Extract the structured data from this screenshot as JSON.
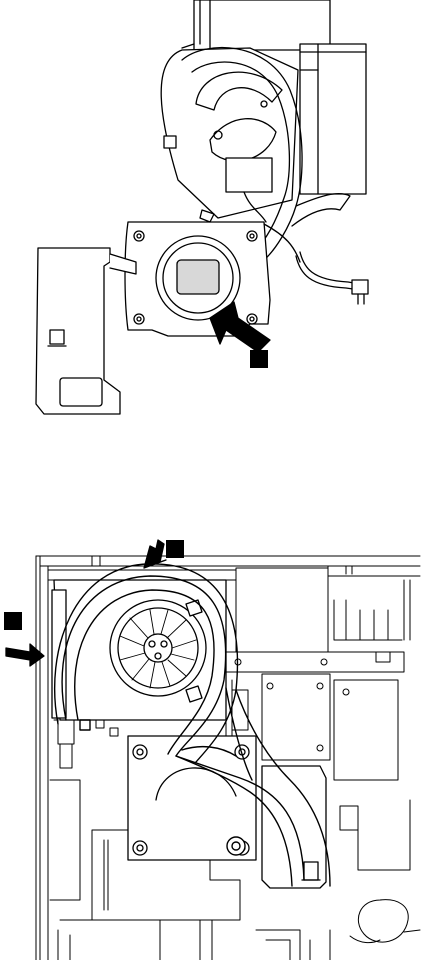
{
  "diagram": {
    "top_panel": {
      "callouts": [
        {
          "marker": "step-marker"
        }
      ]
    },
    "bottom_panel": {
      "callouts": [
        {
          "marker": "step-marker"
        },
        {
          "marker": "step-marker"
        }
      ]
    },
    "colors": {
      "line": "#000000",
      "fill": "#ffffff",
      "pad": "#d8d8d8",
      "marker": "#000000"
    }
  }
}
